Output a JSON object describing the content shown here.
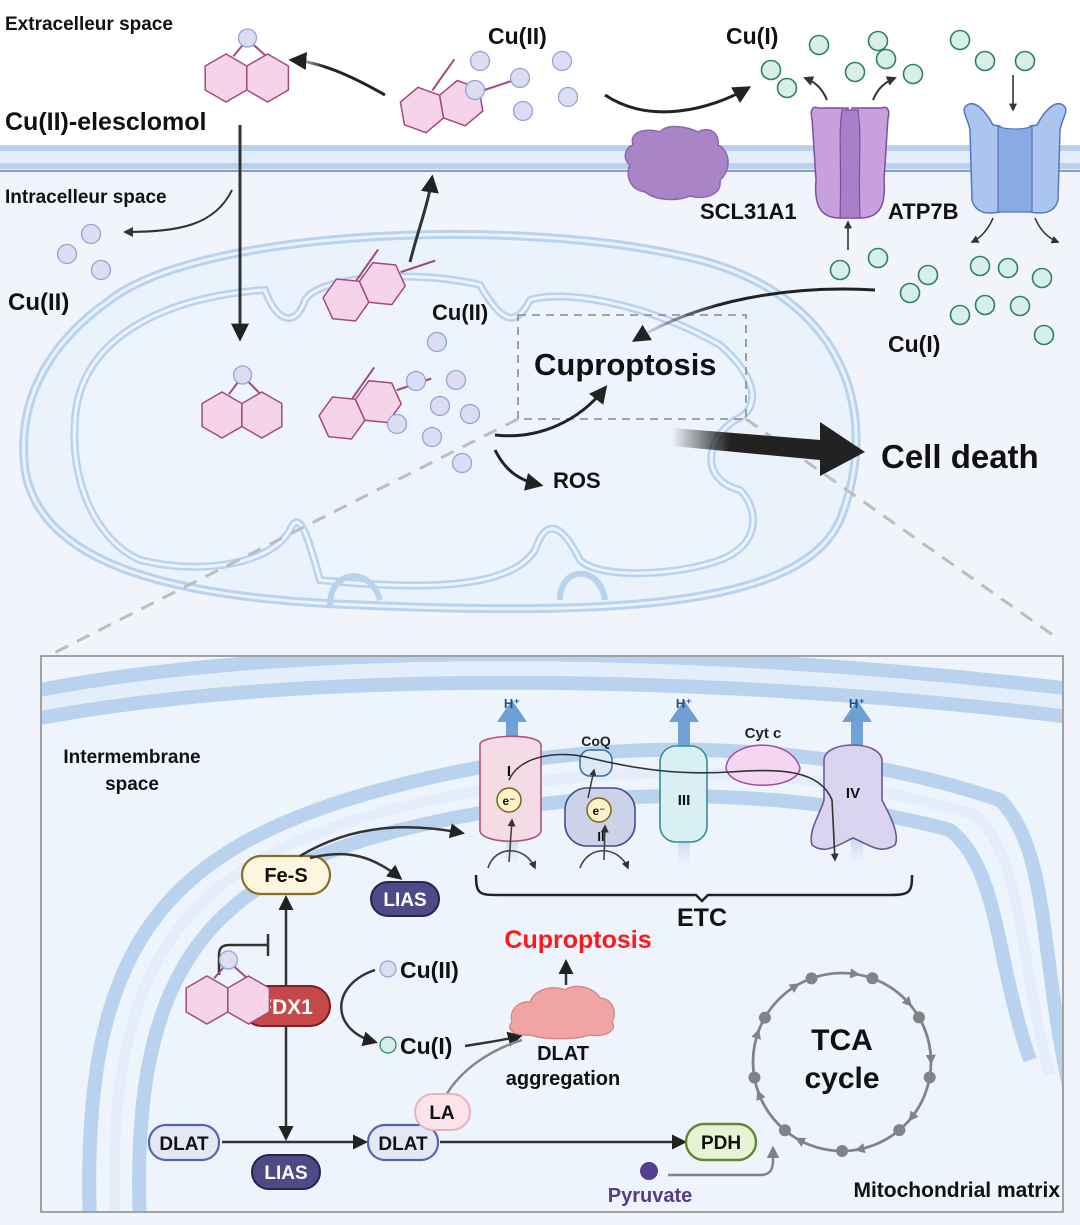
{
  "colors": {
    "membrane": "#b9d3ef",
    "membrane_inner": "#e3eefa",
    "cell_bg": "#eef4fc",
    "cu2_fill": "#dcdcf2",
    "cu2_stroke": "#8fa6d8",
    "cu1_fill": "#d6efe8",
    "cu1_stroke": "#2f7f64",
    "elesclomol_fill": "#f5d3e8",
    "elesclomol_stroke": "#a24a7d",
    "cuproptosis_red": "#ff1a1a",
    "pyruvate_purple": "#553c8c"
  },
  "top": {
    "extracellular_label": "Extracelleur space",
    "intracellular_label": "Intracelleur space",
    "complex_label": "Cu(II)-elesclomol",
    "cu2_top_label": "Cu(II)",
    "cu1_top_label": "Cu(I)",
    "cu2_left_label": "Cu(II)",
    "cu2_mito_label": "Cu(II)",
    "cu1_right_label": "Cu(I)",
    "transporter1_label": "SCL31A1",
    "transporter2_label": "ATP7B",
    "cuproptosis_label": "Cuproptosis",
    "ros_label": "ROS",
    "cell_death_label": "Cell death"
  },
  "detail": {
    "intermembrane_label_line1": "Intermembrane",
    "intermembrane_label_line2": "space",
    "matrix_label": "Mitochondrial matrix",
    "etc_label": "ETC",
    "proton_label": "H⁺",
    "electron_label": "e⁻",
    "complexes": [
      "I",
      "II",
      "III",
      "IV"
    ],
    "coq_label": "CoQ",
    "cytc_label": "Cyt c",
    "fes_label": "Fe-S",
    "lias_label": "LIAS",
    "fdx1_label": "FDX1",
    "cu2_label": "Cu(II)",
    "cu1_label": "Cu(I)",
    "cuproptosis_label": "Cuproptosis",
    "dlat_agg_line1": "DLAT",
    "dlat_agg_line2": "aggregation",
    "dlat_label": "DLAT",
    "la_label": "LA",
    "pdh_label": "PDH",
    "pyruvate_label": "Pyruvate",
    "tca_line1": "TCA",
    "tca_line2": "cycle"
  }
}
